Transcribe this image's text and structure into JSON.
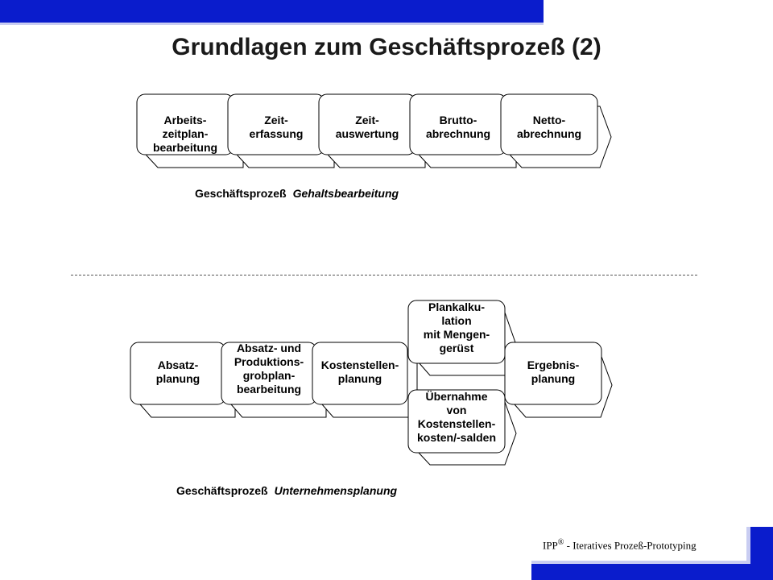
{
  "title": "Grundlagen zum Geschäftsprozeß (2)",
  "process1": {
    "caption_prefix": "Geschäftsprozeß",
    "caption_name": "Gehaltsbearbeitung",
    "steps": [
      [
        "Arbeits-",
        "zeitplan-",
        "bearbeitung"
      ],
      [
        "Zeit-",
        "erfassung"
      ],
      [
        "Zeit-",
        "auswertung"
      ],
      [
        "Brutto-",
        "abrechnung"
      ],
      [
        "Netto-",
        "abrechnung"
      ]
    ]
  },
  "process2": {
    "caption_prefix": "Geschäftsprozeß",
    "caption_name": "Unternehmensplanung",
    "steps": [
      [
        "Absatz-",
        "planung"
      ],
      [
        "Absatz- und",
        "Produktions-",
        "grobplan-",
        "bearbeitung"
      ],
      [
        "Kostenstellen-",
        "planung"
      ],
      [
        "Plankalku-",
        "lation",
        "mit Mengen-",
        "gerüst"
      ],
      [
        "Übernahme",
        "von",
        "Kostenstellen-",
        "kosten/-salden"
      ],
      [
        "Ergebnis-",
        "planung"
      ]
    ]
  },
  "footer": {
    "brand": "IPP",
    "symbol": "®",
    "text": " - Iteratives Prozeß-Prototyping"
  }
}
